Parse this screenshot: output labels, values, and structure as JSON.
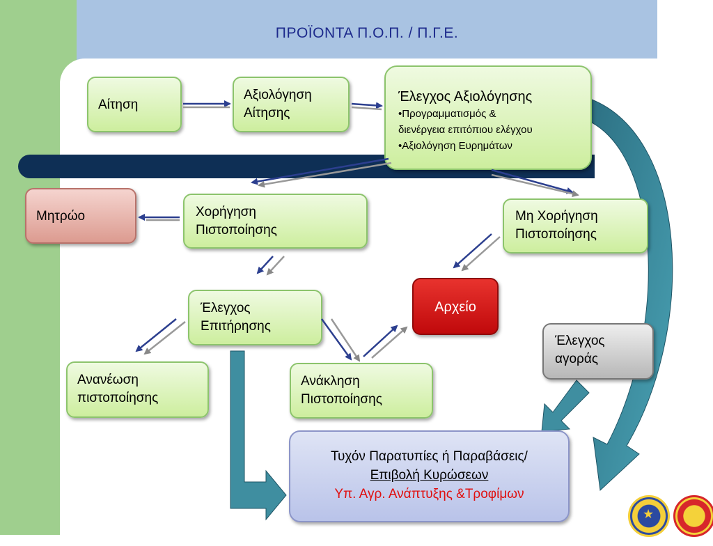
{
  "title": "ΠΡΟΪΟΝΤΑ  Π.Ο.Π. /  Π.Γ.Ε.",
  "nodes": {
    "aitisi": "Αίτηση",
    "axiologisi": [
      "Αξιολόγηση",
      "Αίτησης"
    ],
    "elegxos_axiologisis": {
      "title": "Έλεγχος Αξιολόγησης",
      "bullets": [
        "•Προγραμματισμός &",
        "διενέργεια επιτόπιου ελέγχου",
        "•Αξιολόγηση Ευρημάτων"
      ]
    },
    "mitroo": "Μητρώο",
    "xorigisi": [
      "Χορήγηση",
      "Πιστοποίησης"
    ],
    "mi_xorigisi": [
      "Μη Χορήγηση",
      "Πιστοποίησης"
    ],
    "arxeio": "Αρχείο",
    "elegxos_epitirisis": [
      "Έλεγχος",
      "Επιτήρησης"
    ],
    "elegxos_agoras": [
      "Έλεγχος",
      "αγοράς"
    ],
    "ananeosi": [
      "Ανανέωση",
      "πιστοποίησης"
    ],
    "anaklisi": [
      "Ανάκληση",
      "Πιστοποίησης"
    ],
    "paratypies": {
      "line1": "Τυχόν  Παρατυπίες ή Παραβάσεις/",
      "line2": "Επιβολή Κυρώσεων",
      "line3": "Υπ.  Αγρ. Ανάπτυξης &Τροφίμων"
    }
  },
  "colors": {
    "green_box": "#cdee9e",
    "red_box": "#c0090b",
    "pink_box": "#dc9b90",
    "grey_box": "#b7b7b7",
    "lilac_box": "#b9c3e9",
    "teal_arrow": "#3a8a9e",
    "navy_arrow": "#2c3f8f",
    "title_bar": "#a9c3e2"
  },
  "icons": [
    "pgi-seal-icon",
    "pdo-seal-icon"
  ]
}
